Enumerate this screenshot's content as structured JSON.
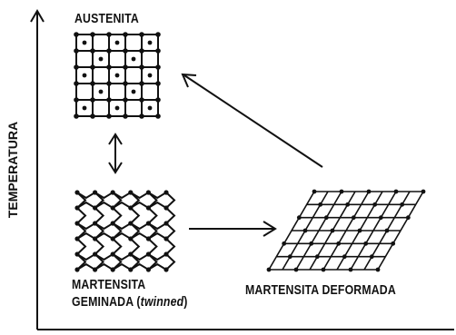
{
  "diagram": {
    "y_axis_label": "TEMPERATURA",
    "austenite_label": "AUSTENITA",
    "twinned_label_line1": "MARTENSITA",
    "twinned_label_line2_main": "GEMINADA",
    "twinned_label_line2_paren": "twinned",
    "deformed_label": "MARTENSITA DEFORMADA"
  }
}
